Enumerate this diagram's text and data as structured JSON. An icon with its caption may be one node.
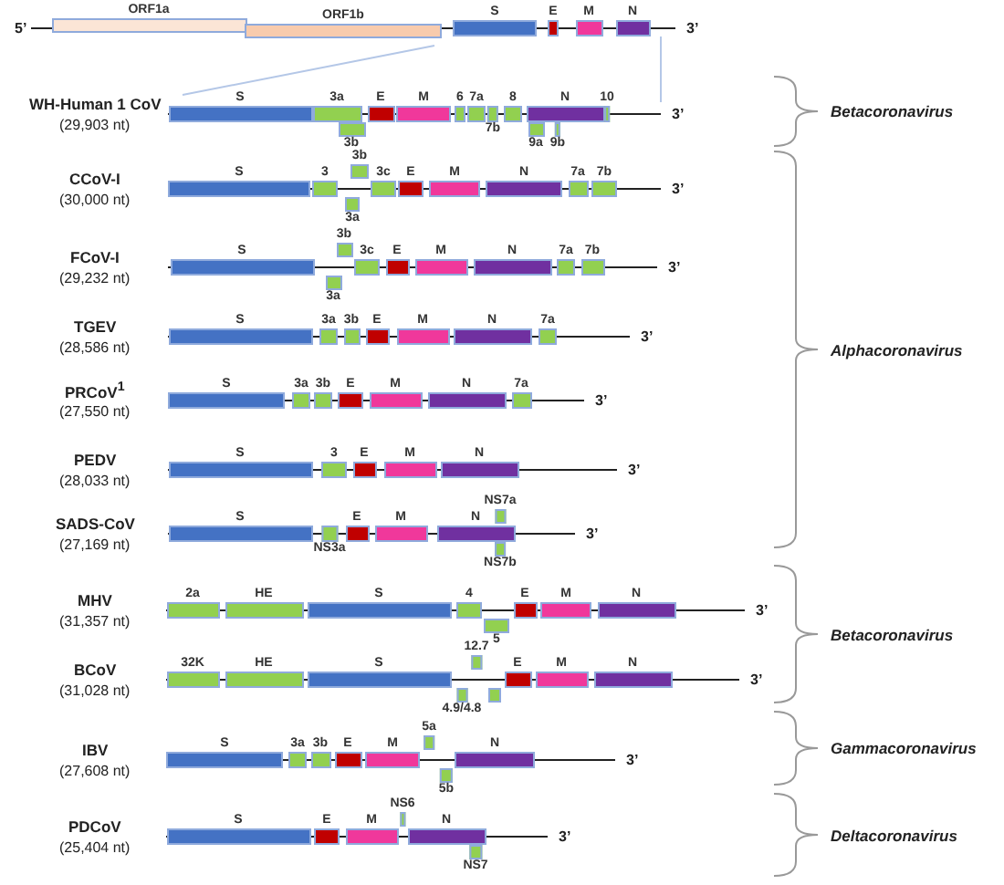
{
  "diagram": {
    "nodes": [
      {
        "text": [],
        "shape": "bar",
        "beside": [
          "5’",
          "3’"
        ]
      },
      {
        "text": [
          "ORF1a"
        ]
      },
      {
        "text": [
          "ORF1b"
        ]
      },
      {
        "text": [
          "S"
        ]
      },
      {
        "text": [
          "E"
        ]
      },
      {
        "text": [
          "M"
        ]
      },
      {
        "text": [
          "N"
        ]
      },
      {
        "text": [
          "WH-Human 1 CoV",
          "(29,903 nt)"
        ],
        "beside": [
          "3’"
        ]
      },
      {
        "text": [
          "S"
        ]
      },
      {
        "text": [
          "3a"
        ]
      },
      {
        "text": [
          "3b"
        ]
      },
      {
        "text": [
          "E"
        ]
      },
      {
        "text": [
          "M"
        ]
      },
      {
        "text": [
          "6"
        ]
      },
      {
        "text": [
          "7a"
        ]
      },
      {
        "text": [
          "7b"
        ]
      },
      {
        "text": [
          "8"
        ]
      },
      {
        "text": [
          "N"
        ]
      },
      {
        "text": [
          "9a"
        ]
      },
      {
        "text": [
          "9b"
        ]
      },
      {
        "text": [
          "10"
        ]
      },
      {
        "text": [
          "CCoV-I",
          "(30,000 nt)"
        ],
        "beside": [
          "3’"
        ]
      },
      {
        "text": [
          "S"
        ]
      },
      {
        "text": [
          "3"
        ]
      },
      {
        "text": [
          "3a"
        ]
      },
      {
        "text": [
          "3b"
        ]
      },
      {
        "text": [
          "3c"
        ]
      },
      {
        "text": [
          "E"
        ]
      },
      {
        "text": [
          "M"
        ]
      },
      {
        "text": [
          "N"
        ]
      },
      {
        "text": [
          "7a"
        ]
      },
      {
        "text": [
          "7b"
        ]
      },
      {
        "text": [
          "FCoV-I",
          "(29,232 nt)"
        ],
        "beside": [
          "3’"
        ]
      },
      {
        "text": [
          "S"
        ]
      },
      {
        "text": [
          "3a"
        ]
      },
      {
        "text": [
          "3b"
        ]
      },
      {
        "text": [
          "3c"
        ]
      },
      {
        "text": [
          "E"
        ]
      },
      {
        "text": [
          "M"
        ]
      },
      {
        "text": [
          "N"
        ]
      },
      {
        "text": [
          "7a"
        ]
      },
      {
        "text": [
          "7b"
        ]
      },
      {
        "text": [
          "TGEV",
          "(28,586 nt)"
        ],
        "beside": [
          "3’"
        ]
      },
      {
        "text": [
          "S"
        ]
      },
      {
        "text": [
          "3a"
        ]
      },
      {
        "text": [
          "3b"
        ]
      },
      {
        "text": [
          "E"
        ]
      },
      {
        "text": [
          "M"
        ]
      },
      {
        "text": [
          "N"
        ]
      },
      {
        "text": [
          "7a"
        ]
      },
      {
        "text": [
          "PRCoV$^{1}$",
          "(27,550 nt)"
        ],
        "beside": [
          "3’"
        ]
      },
      {
        "text": [
          "S"
        ]
      },
      {
        "text": [
          "3a"
        ]
      },
      {
        "text": [
          "3b"
        ]
      },
      {
        "text": [
          "E"
        ]
      },
      {
        "text": [
          "M"
        ]
      },
      {
        "text": [
          "N"
        ]
      },
      {
        "text": [
          "7a"
        ]
      },
      {
        "text": [
          "PEDV",
          "(28,033 nt)"
        ],
        "beside": [
          "3’"
        ]
      },
      {
        "text": [
          "S"
        ]
      },
      {
        "text": [
          "3"
        ]
      },
      {
        "text": [
          "E"
        ]
      },
      {
        "text": [
          "M"
        ]
      },
      {
        "text": [
          "N"
        ]
      },
      {
        "text": [
          "SADS-CoV",
          "(27,169 nt)"
        ],
        "beside": [
          "3’"
        ]
      },
      {
        "text": [
          "S"
        ]
      },
      {
        "text": [
          "NS3a"
        ]
      },
      {
        "text": [
          "E"
        ]
      },
      {
        "text": [
          "M"
        ]
      },
      {
        "text": [
          "N"
        ]
      },
      {
        "text": [
          "NS7a"
        ]
      },
      {
        "text": [
          "NS7b"
        ]
      },
      {
        "text": [
          "MHV",
          "(31,357 nt)"
        ],
        "beside": [
          "3’"
        ]
      },
      {
        "text": [
          "2a"
        ]
      },
      {
        "text": [
          "HE"
        ]
      },
      {
        "text": [
          "S"
        ]
      },
      {
        "text": [
          "4"
        ]
      },
      {
        "text": [
          "5"
        ]
      },
      {
        "text": [
          "E"
        ]
      },
      {
        "text": [
          "M"
        ]
      },
      {
        "text": [
          "N"
        ]
      },
      {
        "text": [
          "BCoV",
          "(31,028 nt)"
        ],
        "beside": [
          "3’"
        ]
      },
      {
        "text": [
          "32K"
        ]
      },
      {
        "text": [
          "HE"
        ]
      },
      {
        "text": [
          "S"
        ]
      },
      {
        "text": [
          "4.9/4.8"
        ]
      },
      {
        "text": [
          "12.7"
        ]
      },
      {
        "text": [],
        "shape": "box"
      },
      {
        "text": [
          "E"
        ]
      },
      {
        "text": [
          "M"
        ]
      },
      {
        "text": [
          "N"
        ]
      },
      {
        "text": [
          "IBV",
          "(27,608 nt)"
        ],
        "beside": [
          "3’"
        ]
      },
      {
        "text": [
          "S"
        ]
      },
      {
        "text": [
          "3a"
        ]
      },
      {
        "text": [
          "3b"
        ]
      },
      {
        "text": [
          "E"
        ]
      },
      {
        "text": [
          "M"
        ]
      },
      {
        "text": [
          "5a"
        ]
      },
      {
        "text": [
          "5b"
        ]
      },
      {
        "text": [
          "N"
        ]
      },
      {
        "text": [
          "PDCoV",
          "(25,404 nt)"
        ],
        "beside": [
          "3’"
        ]
      },
      {
        "text": [
          "S"
        ]
      },
      {
        "text": [
          "E"
        ]
      },
      {
        "text": [
          "M"
        ]
      },
      {
        "text": [
          "NS6"
        ]
      },
      {
        "text": [
          "N"
        ]
      },
      {
        "text": [
          "NS7"
        ]
      }
    ],
    "labels": [
      "Betacoronavirus",
      "Alphacoronavirus",
      "Betacoronavirus",
      "Gammacoronavirus",
      "Deltacoronavirus"
    ]
  }
}
